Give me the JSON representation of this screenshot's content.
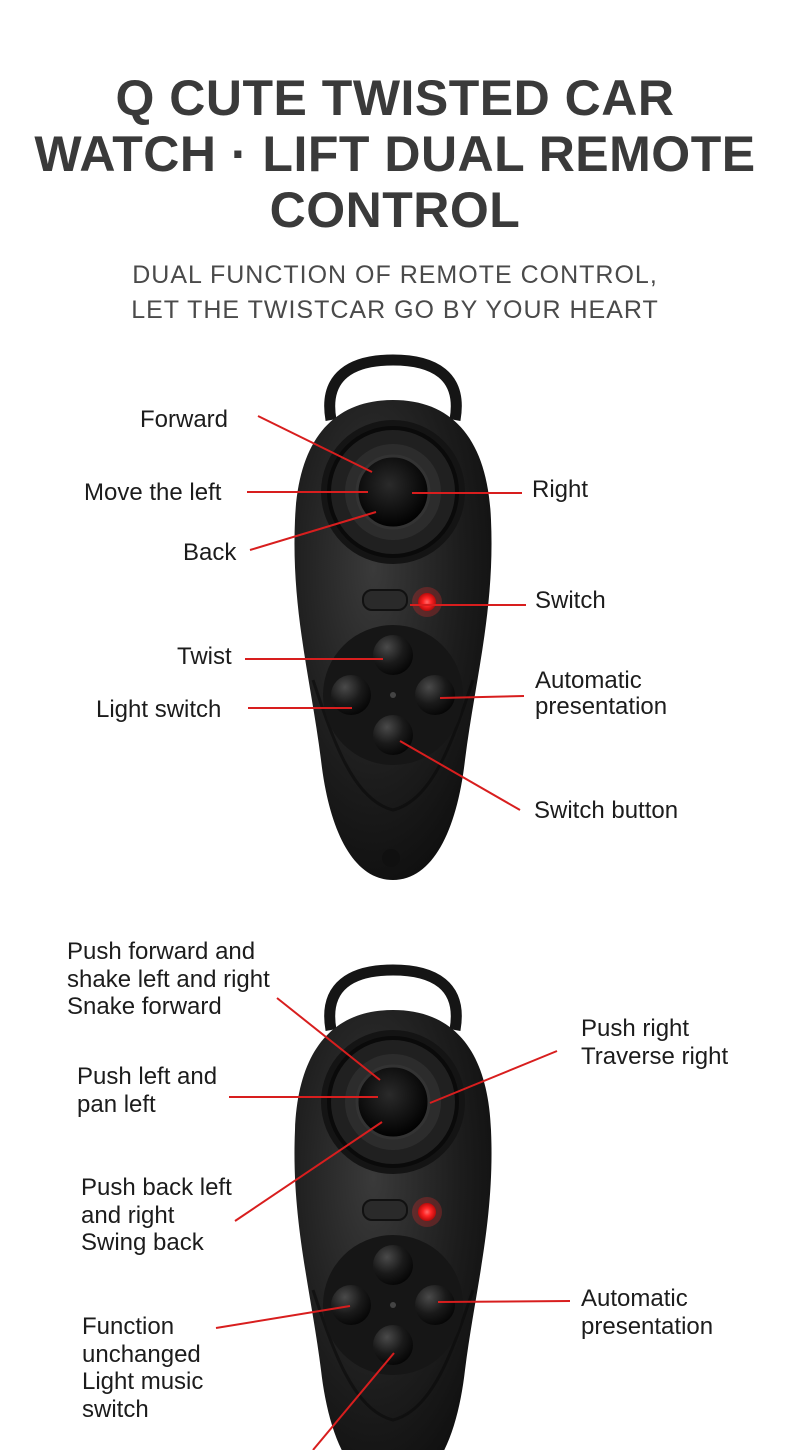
{
  "heading": {
    "line1": "Q CUTE TWISTED CAR",
    "line2": "WATCH · LIFT DUAL REMOTE",
    "line3": "CONTROL"
  },
  "subheading": {
    "line1": "DUAL FUNCTION OF REMOTE CONTROL,",
    "line2": "LET THE TWISTCAR GO BY YOUR HEART"
  },
  "diagram1": {
    "forward": "Forward",
    "move_left": "Move the left",
    "back": "Back",
    "right": "Right",
    "switch": "Switch",
    "twist": "Twist",
    "light_switch": "Light switch",
    "automatic_presentation": "Automatic\npresentation",
    "switch_button": "Switch button"
  },
  "diagram2": {
    "push_forward": "Push forward and\nshake left and right\nSnake forward",
    "push_right": "Push right\nTraverse right",
    "push_left": "Push left and\npan left",
    "push_back": "Push back left\nand right\nSwing back",
    "function_unchanged": "Function\nunchanged\nLight music\nswitch",
    "automatic_presentation": "Automatic\npresentation"
  },
  "colors": {
    "leader_line": "#d81e1e",
    "controller_body": "#1b1b1b",
    "led": "#ff2a2a"
  }
}
